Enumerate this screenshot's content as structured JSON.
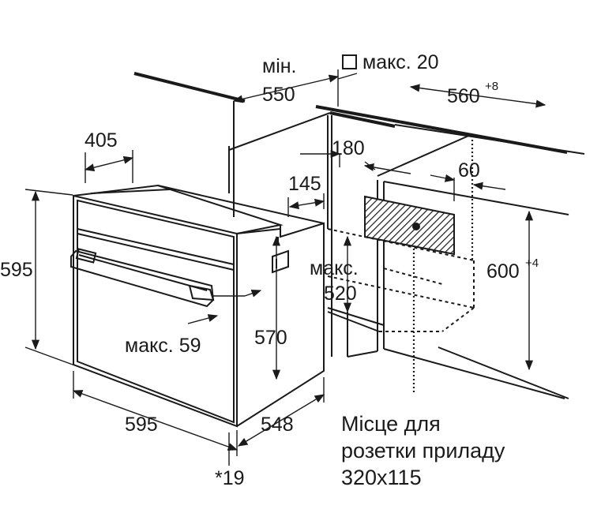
{
  "labels": {
    "min_depth_prefix": "мін.",
    "min_depth_value": "550",
    "max_20_label": "макс. 20",
    "niche_width_value": "560",
    "niche_width_tol": "+8",
    "dim_405": "405",
    "dim_180": "180",
    "dim_145": "145",
    "dim_60": "60",
    "height_595": "595",
    "max_520_prefix": "макс.",
    "max_520_value": "520",
    "niche_height_value": "600",
    "niche_height_tol": "+4",
    "max_59": "макс. 59",
    "dim_570": "570",
    "width_595": "595",
    "depth_548": "548",
    "note_19": "*19"
  },
  "socket_note": {
    "line1": "Місце для",
    "line2": "розетки приладу",
    "line3": "320x115"
  }
}
